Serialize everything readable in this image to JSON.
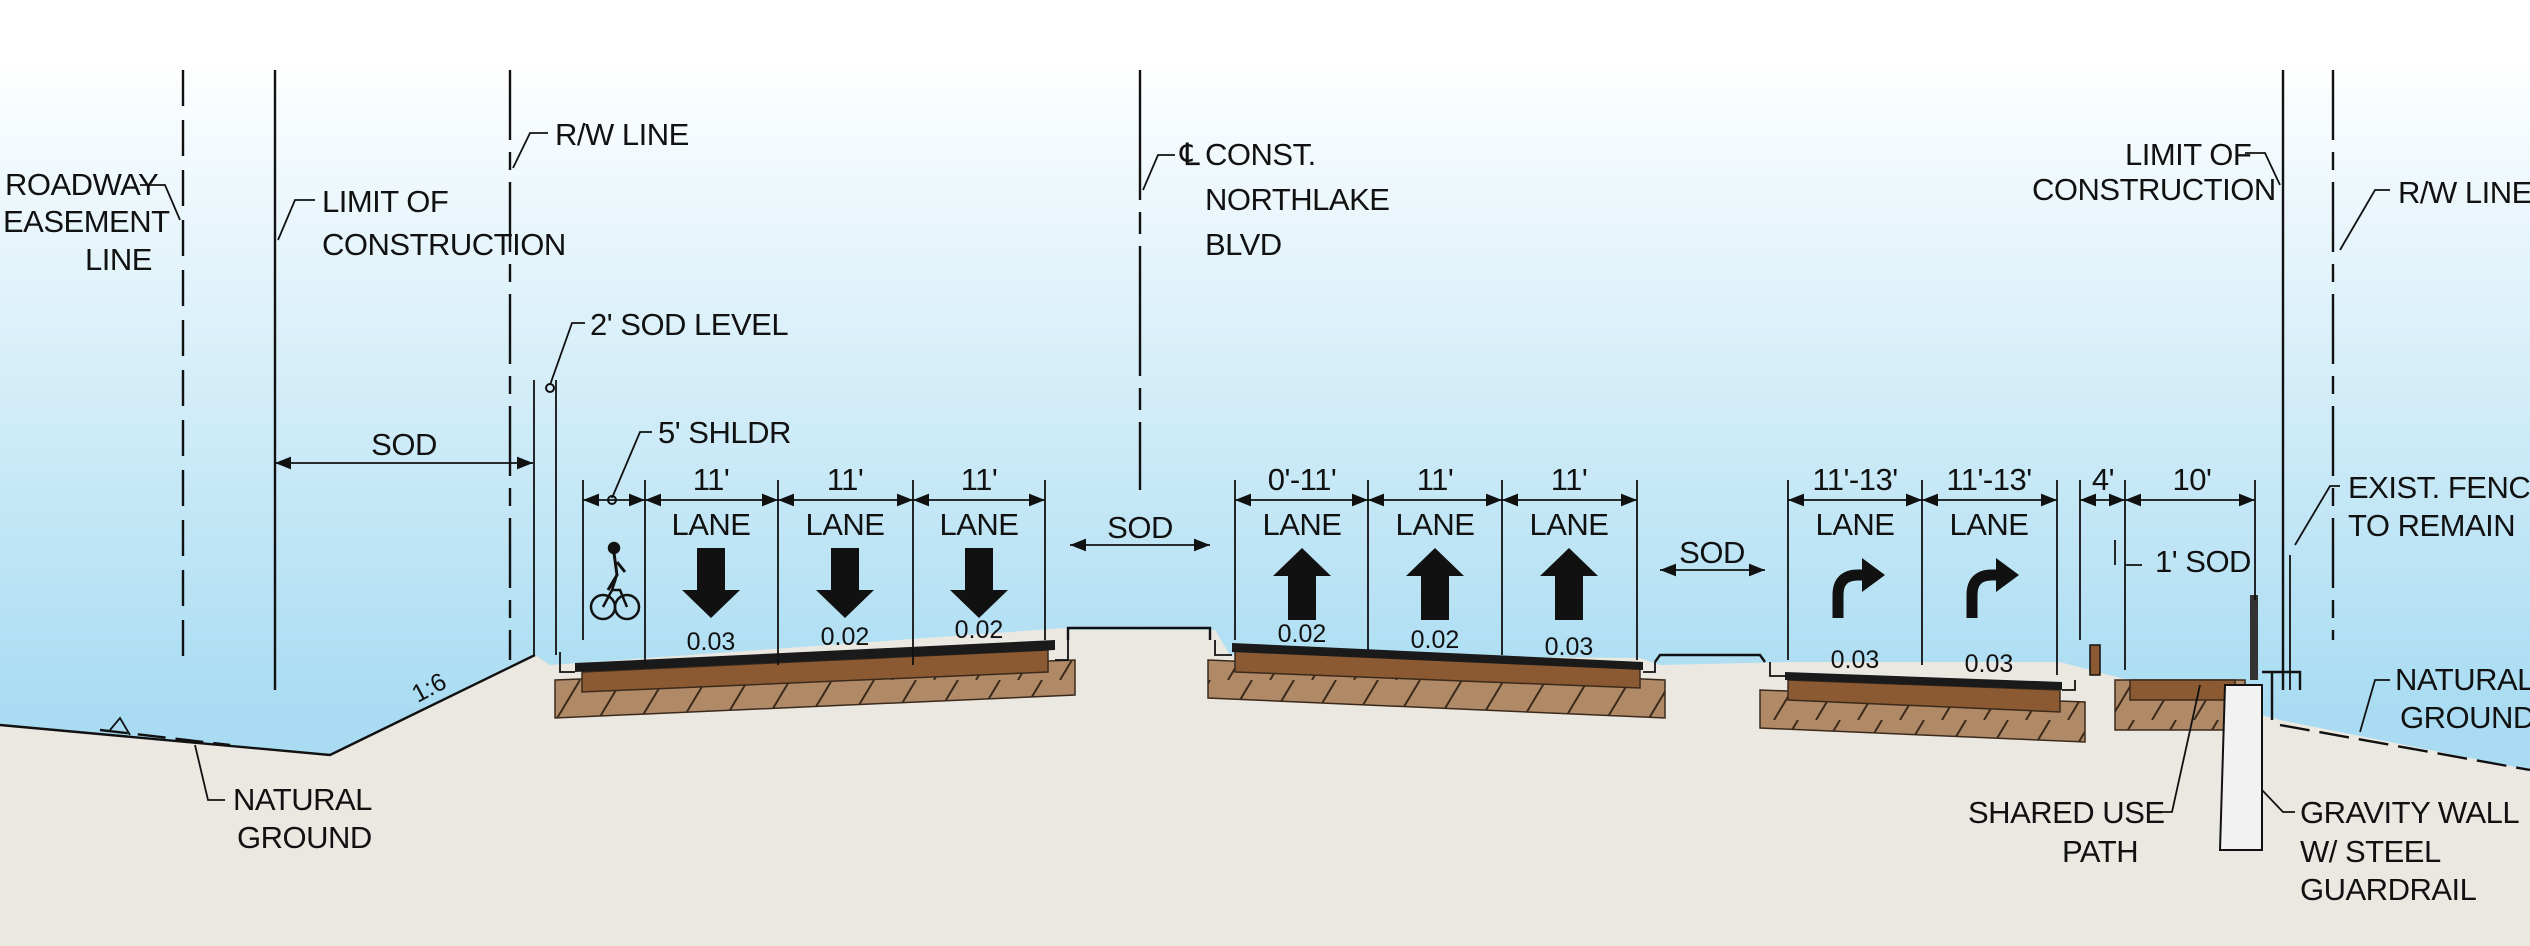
{
  "colors": {
    "sky_top": "#ffffff",
    "sky_bottom": "#a9dcf2",
    "ground": "#ebe8e2",
    "base": "#b08a67",
    "asphalt": "#8b5a32",
    "surface": "#1a1a1a",
    "line": "#111111"
  },
  "callouts": {
    "roadway_easement": [
      "ROADWAY",
      "EASEMENT",
      "LINE"
    ],
    "limit_left": [
      "LIMIT OF",
      "CONSTRUCTION"
    ],
    "rw_left": "R/W LINE",
    "sod_level": "2' SOD LEVEL",
    "centerline": [
      "CONST.",
      "NORTHLAKE",
      "BLVD"
    ],
    "limit_right": [
      "LIMIT OF",
      "CONSTRUCTION"
    ],
    "rw_right": "R/W LINE",
    "exist_fence": [
      "EXIST. FENCE",
      "TO REMAIN"
    ],
    "natural_ground_right": [
      "NATURAL",
      "GROUND"
    ],
    "natural_ground_left": [
      "NATURAL",
      "GROUND"
    ],
    "shared_use_path": [
      "SHARED USE",
      "PATH"
    ],
    "gravity_wall": [
      "GRAVITY WALL",
      "W/ STEEL",
      "GUARDRAIL"
    ],
    "one_ft_sod": "1' SOD",
    "shldr": "5' SHLDR"
  },
  "dimensions": {
    "sod_left": "SOD",
    "sb_lane1": "11'",
    "sb_lane2": "11'",
    "sb_lane3": "11'",
    "median_sod": "SOD",
    "nb_lane1": "0'-11'",
    "nb_lane2": "11'",
    "nb_lane3": "11'",
    "sod_right": "SOD",
    "turn_lane1": "11'-13'",
    "turn_lane2": "11'-13'",
    "four_ft": "4'",
    "ten_ft": "10'"
  },
  "lanes": {
    "label": "LANE",
    "sb": [
      {
        "label": "LANE",
        "slope": "0.03",
        "arrow": "down-arrow"
      },
      {
        "label": "LANE",
        "slope": "0.02",
        "arrow": "down-arrow"
      },
      {
        "label": "LANE",
        "slope": "0.02",
        "arrow": "down-arrow"
      }
    ],
    "nb": [
      {
        "label": "LANE",
        "slope": "0.02",
        "arrow": "up-arrow"
      },
      {
        "label": "LANE",
        "slope": "0.02",
        "arrow": "up-arrow"
      },
      {
        "label": "LANE",
        "slope": "0.03",
        "arrow": "up-arrow"
      }
    ],
    "turn": [
      {
        "label": "LANE",
        "slope": "0.03",
        "arrow": "right-turn-arrow"
      },
      {
        "label": "LANE",
        "slope": "0.03",
        "arrow": "right-turn-arrow"
      }
    ]
  },
  "side_slope": "1:6",
  "icons": {
    "bicycle": "bicycle-icon",
    "centerline": "centerline-symbol"
  }
}
